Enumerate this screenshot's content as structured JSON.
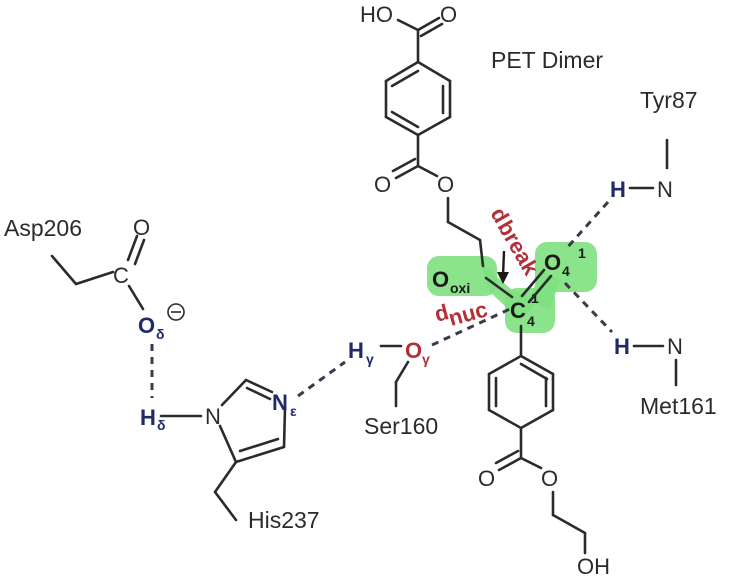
{
  "title": "PET Dimer",
  "colors": {
    "highlight": "#7ee07e",
    "hbond_atom": "#1f2a6b",
    "distance_label": "#b3303a",
    "bond": "#2b2b2b"
  },
  "residues": {
    "asp": "Asp206",
    "his": "His237",
    "ser": "Ser160",
    "tyr": "Tyr87",
    "met": "Met161"
  },
  "atoms": {
    "asp_o_double": "O",
    "asp_c": "C",
    "asp_od": "O",
    "asp_od_sub": "δ",
    "asp_charge": "−",
    "his_hd": "H",
    "his_hd_sub": "δ",
    "his_n1": "N",
    "his_ne": "N",
    "his_ne_sub": "ε",
    "ser_hg": "H",
    "ser_hg_sub": "γ",
    "ser_og": "O",
    "ser_og_sub": "γ",
    "ooxi": "O",
    "ooxi_sub": "oxi",
    "c4": "C",
    "c4_sub": "4",
    "c4_sup": "1",
    "o4": "O",
    "o4_sub": "4",
    "o4_sup": "1",
    "tyr_h": "H",
    "tyr_n": "N",
    "met_h": "H",
    "met_n": "N",
    "top_ho": "HO",
    "top_o": "O",
    "mid_o_double": "O",
    "mid_o_ester": "O",
    "bot_o_double": "O",
    "bot_o_ester": "O",
    "bot_oh": "OH"
  },
  "distances": {
    "break": "d",
    "break_sub": "break",
    "nuc": "d",
    "nuc_sub": "nuc"
  }
}
